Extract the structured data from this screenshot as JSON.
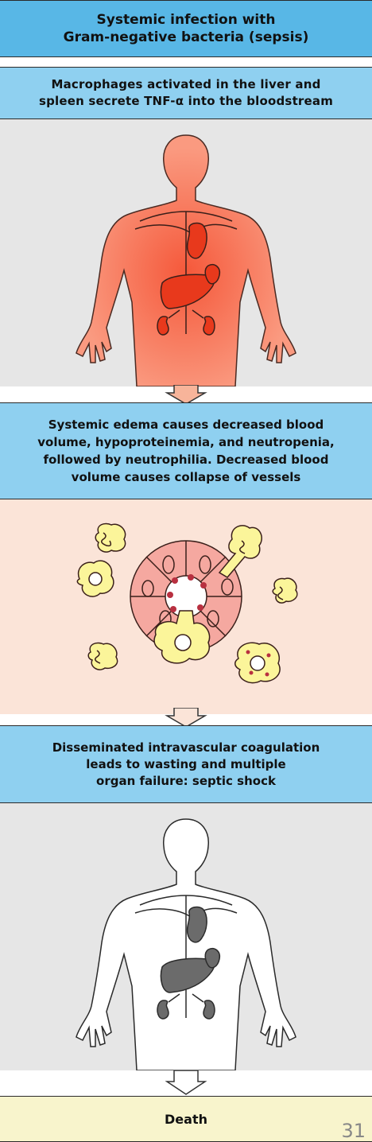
{
  "title": "Systemic infection with\nGram-negative bacteria (sepsis)",
  "steps": [
    "Macrophages activated in the liver and\nspleen secrete TNF-α into the bloodstream",
    "Systemic edema causes decreased blood\nvolume, hypoproteinemia, and neutropenia,\nfollowed by neutrophilia. Decreased blood\nvolume causes collapse of vessels",
    "Disseminated intravascular coagulation\nleads to wasting and multiple\norgan failure: septic shock"
  ],
  "outcome": "Death",
  "page_number": "31",
  "colors": {
    "header_blue": "#58b7e6",
    "step_blue": "#8fd0f0",
    "body_inflamed": "#f7795a",
    "organ_red": "#e8391c",
    "vessel_pink": "#f5a8a0",
    "cell_yellow": "#fbf59a",
    "organ_gray": "#6b6b6b",
    "death_box": "#f8f4cc"
  }
}
